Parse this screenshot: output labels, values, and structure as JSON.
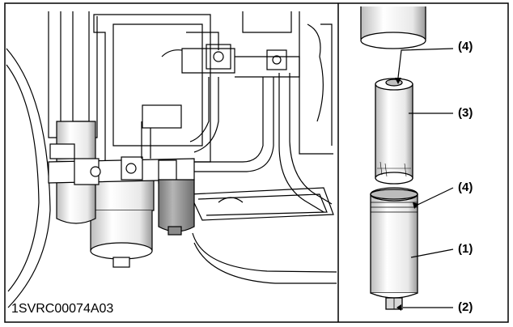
{
  "figure": {
    "id_label": "1SVRC00074A03"
  },
  "callouts": {
    "part_4_top": "(4)",
    "part_3": "(3)",
    "part_4_lower": "(4)",
    "part_1": "(1)",
    "part_2": "(2)"
  },
  "colors": {
    "line": "#000000",
    "background": "#ffffff",
    "filter_shade": "#9a9a9a",
    "cartridge_shade": "#d8d8d8"
  }
}
